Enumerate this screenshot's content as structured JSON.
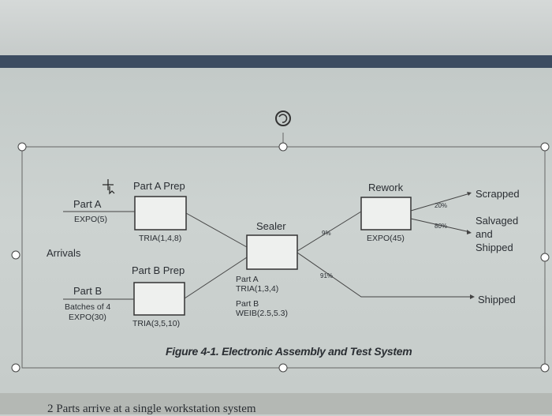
{
  "diagram": {
    "part_a_prep": {
      "title": "Part A Prep",
      "dist": "TRIA(1,4,8)"
    },
    "part_b_prep": {
      "title": "Part B Prep",
      "dist": "TRIA(3,5,10)"
    },
    "sealer": {
      "title": "Sealer",
      "part_a_label": "Part A",
      "part_a_dist": "TRIA(1,3,4)",
      "part_b_label": "Part B",
      "part_b_dist": "WEIB(2.5,5.3)"
    },
    "rework": {
      "title": "Rework",
      "dist": "EXPO(45)"
    },
    "arrivals_label": "Arrivals",
    "part_a_arrival": {
      "label": "Part A",
      "dist": "EXPO(5)"
    },
    "part_b_arrival": {
      "label": "Part B",
      "batch": "Batches of 4",
      "dist": "EXPO(30)"
    },
    "pct_to_rework": "9%",
    "pct_shipped": "91%",
    "pct_scrapped": "20%",
    "pct_salvaged": "80%",
    "outcome_scrapped": "Scrapped",
    "outcome_salvaged_line1": "Salvaged",
    "outcome_salvaged_line2": "and",
    "outcome_salvaged_line3": "Shipped",
    "outcome_shipped": "Shipped",
    "caption": "Figure 4-1. Electronic Assembly and Test System"
  },
  "footer_text": "2   Parts arrive at a single workstation system"
}
